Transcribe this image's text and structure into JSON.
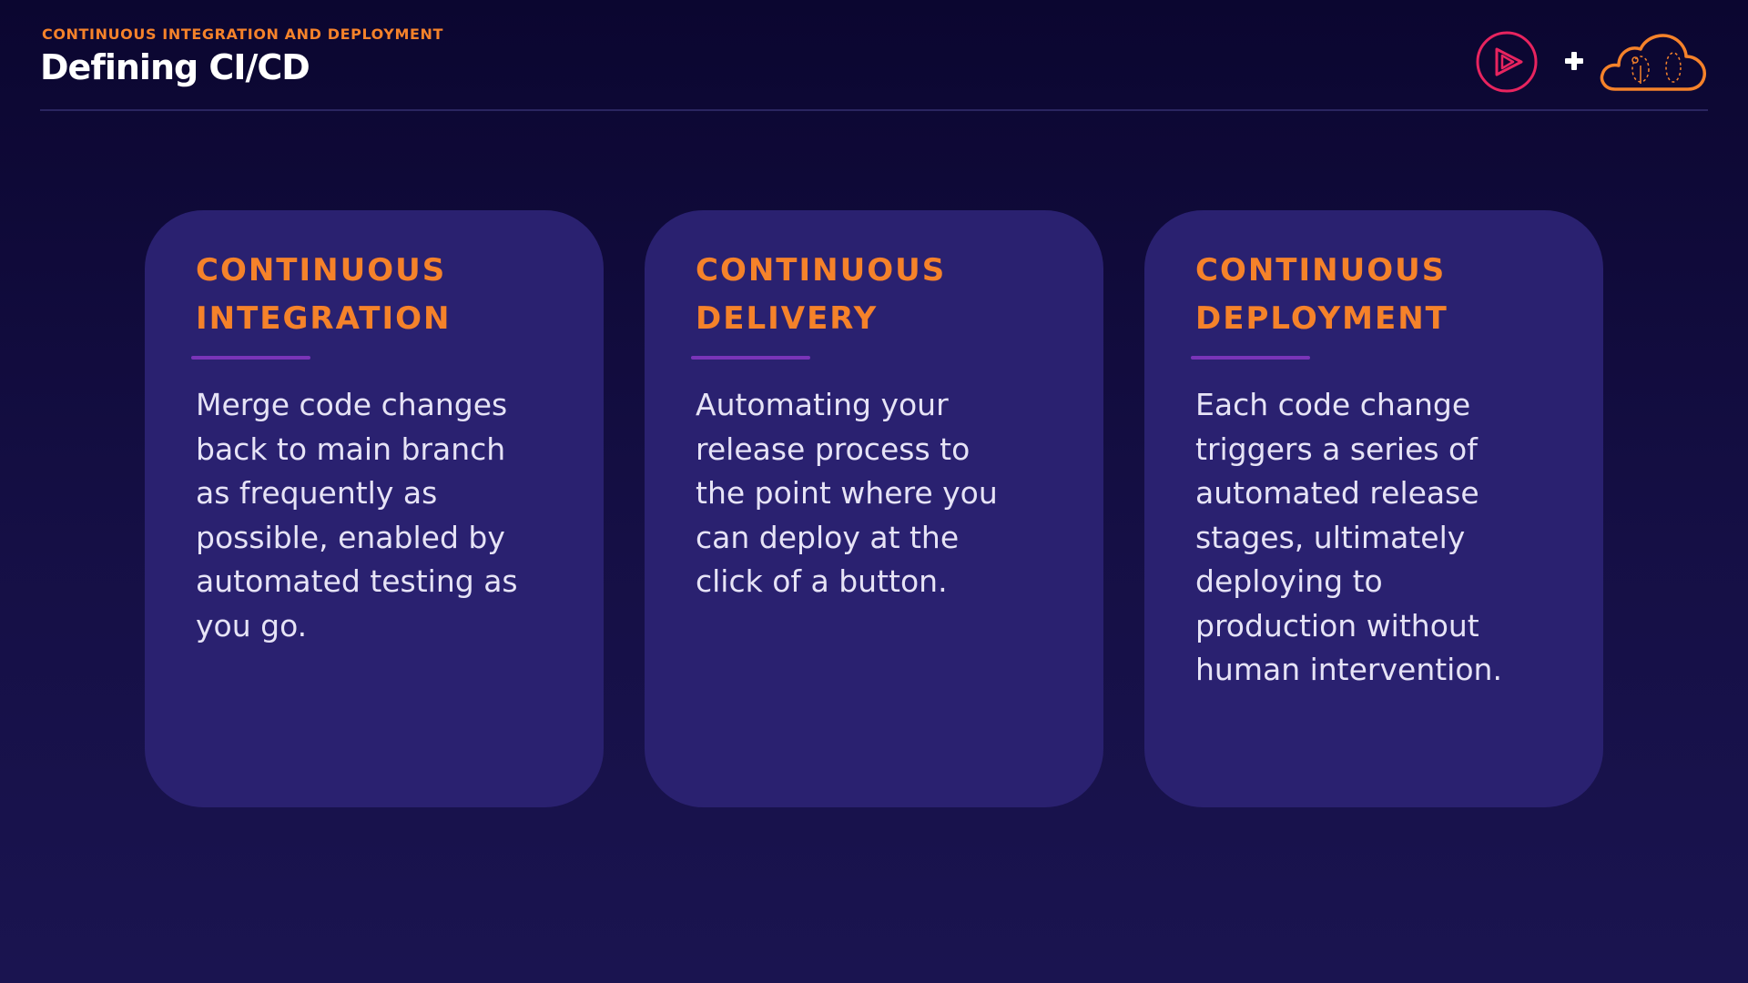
{
  "header": {
    "subtitle": "CONTINUOUS INTEGRATION AND DEPLOYMENT",
    "title": "Defining CI/CD"
  },
  "logos": {
    "left_icon": "play-circle-icon",
    "separator_icon": "plus-icon",
    "right_icon": "cloud-icon"
  },
  "colors": {
    "accent": "#f5822a",
    "card_background": "#2a2170",
    "divider": "#7a34b8",
    "play_logo": "#e8245f"
  },
  "cards": [
    {
      "heading_lines": [
        "CONTINUOUS",
        "INTEGRATION"
      ],
      "body_lines": [
        "Merge code changes",
        "back to main branch",
        "as frequently as",
        "possible, enabled by",
        "automated testing as",
        "you go."
      ]
    },
    {
      "heading_lines": [
        "CONTINUOUS",
        "DELIVERY"
      ],
      "body_lines": [
        "Automating your",
        "release process to",
        "the point where you",
        "can deploy at the",
        "click of a button."
      ]
    },
    {
      "heading_lines": [
        "CONTINUOUS",
        "DEPLOYMENT"
      ],
      "body_lines": [
        "Each code change",
        "triggers a series of",
        "automated release",
        "stages, ultimately",
        "deploying to",
        "production without",
        "human intervention."
      ]
    }
  ]
}
